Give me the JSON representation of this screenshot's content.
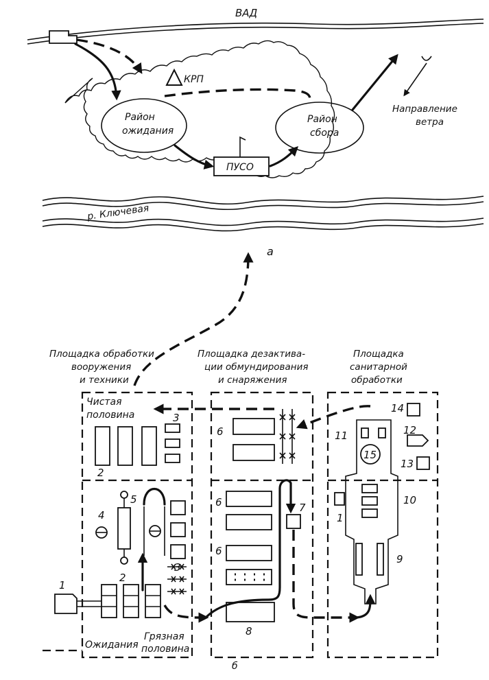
{
  "top": {
    "road": "ВАД",
    "crp": "КРП",
    "waiting_area": [
      "Район",
      "ожидания"
    ],
    "assembly_area": [
      "Район",
      "сбора"
    ],
    "puso": "ПУСО",
    "wind": [
      "Направление",
      "ветра"
    ],
    "river": "р. Ключевая",
    "caption": "а"
  },
  "bottom": {
    "zone_weapons_title": [
      "Площадка обработки",
      "вооружения",
      "и техники"
    ],
    "zone_decon_title": [
      "Площадка дезактива-",
      "ции обмундирования",
      "и снаряжения"
    ],
    "zone_sanit_title": [
      "Площадка",
      "санитарной",
      "обработки"
    ],
    "clean_half": [
      "Чистая",
      "половина"
    ],
    "waiting": "Ожидания",
    "dirty_half": [
      "Грязная",
      "половина"
    ],
    "caption": "б",
    "numbers": {
      "n1a": "1",
      "n2a": "2",
      "n2b": "2",
      "n3a": "3",
      "n3b": "3",
      "n4": "4",
      "n5": "5",
      "n6a": "6",
      "n6b": "6",
      "n6c": "6",
      "n7": "7",
      "n8": "8",
      "n9": "9",
      "n10": "10",
      "n11": "11",
      "n12": "12",
      "n13": "13",
      "n14": "14",
      "n15": "15",
      "n1b": "1"
    }
  }
}
